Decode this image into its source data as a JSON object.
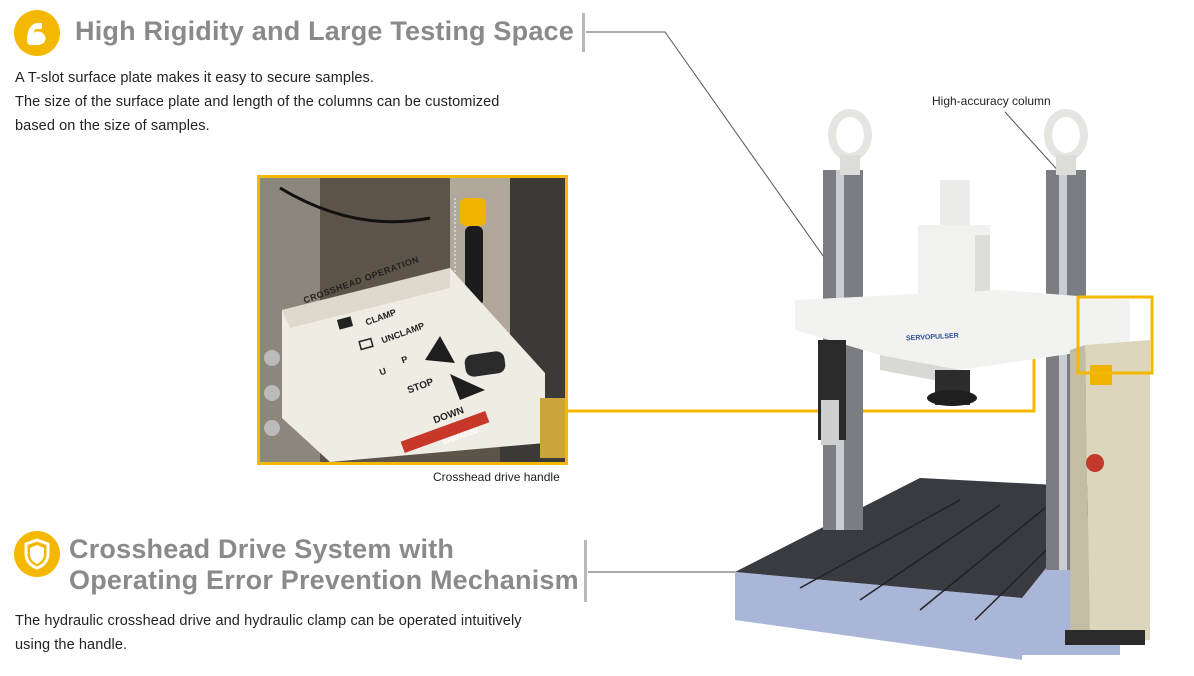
{
  "feature1": {
    "icon": "flexed-arm-icon",
    "title": "High Rigidity and Large Testing Space",
    "lines": [
      "A T-slot surface plate makes it easy to secure samples.",
      "The size of the surface plate and length of the columns can be customized",
      "based on the size of samples."
    ]
  },
  "feature2": {
    "icon": "shield-icon",
    "title_line1": "Crosshead Drive System with",
    "title_line2": "Operating Error Prevention Mechanism",
    "lines": [
      "The hydraulic crosshead drive and hydraulic clamp can be operated intuitively",
      "using the handle."
    ]
  },
  "photo_inset": {
    "caption": "Crosshead drive handle",
    "panel_title": "CROSSHEAD OPERATION",
    "labels": [
      "CLAMP",
      "UNCLAMP",
      "U",
      "P",
      "STOP",
      "DOWN"
    ],
    "brand": "SHIMADZU"
  },
  "machine": {
    "column_callout": "High-accuracy column",
    "crosshead_badge": "SERVOPULSER"
  },
  "colors": {
    "accent": "#f5b800",
    "heading_gray": "#8a8a8a",
    "plate_blue": "#a9b6d8"
  }
}
